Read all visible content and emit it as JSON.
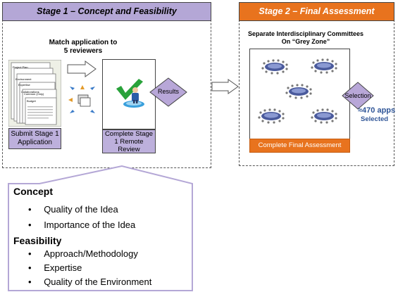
{
  "stage1": {
    "header": "Stage 1 – Concept and Feasibility",
    "match_text": "Match application to 5 reviewers",
    "submit_label": "Submit Stage 1 Application",
    "remote_label": "Complete Stage 1 Remote Review",
    "results_label": "Results",
    "doc_labels": [
      "Project Plan",
      "Environment",
      "Expertise",
      "Collaborations",
      "Common (Only)",
      "Budget"
    ]
  },
  "stage2": {
    "header": "Stage 2 – Final Assessment",
    "committee_text": "Separate Interdisciplinary Committees On “Grey Zone”",
    "final_label": "Complete Final Assessment",
    "selection_label": "Selection",
    "apps_count": "≈470 apps",
    "apps_selected": "Selected"
  },
  "criteria": {
    "concept_title": "Concept",
    "concept_items": [
      "Quality of the Idea",
      "Importance of the Idea"
    ],
    "feasibility_title": "Feasibility",
    "feasibility_items": [
      "Approach/Methodology",
      "Expertise",
      "Quality of the Environment"
    ]
  },
  "colors": {
    "stage1_header": "#b4a7d6",
    "stage2_header": "#e8731e",
    "box_purple": "#bdb0dc",
    "criteria_border": "#b4a7d6",
    "apps_text": "#2f5597"
  }
}
